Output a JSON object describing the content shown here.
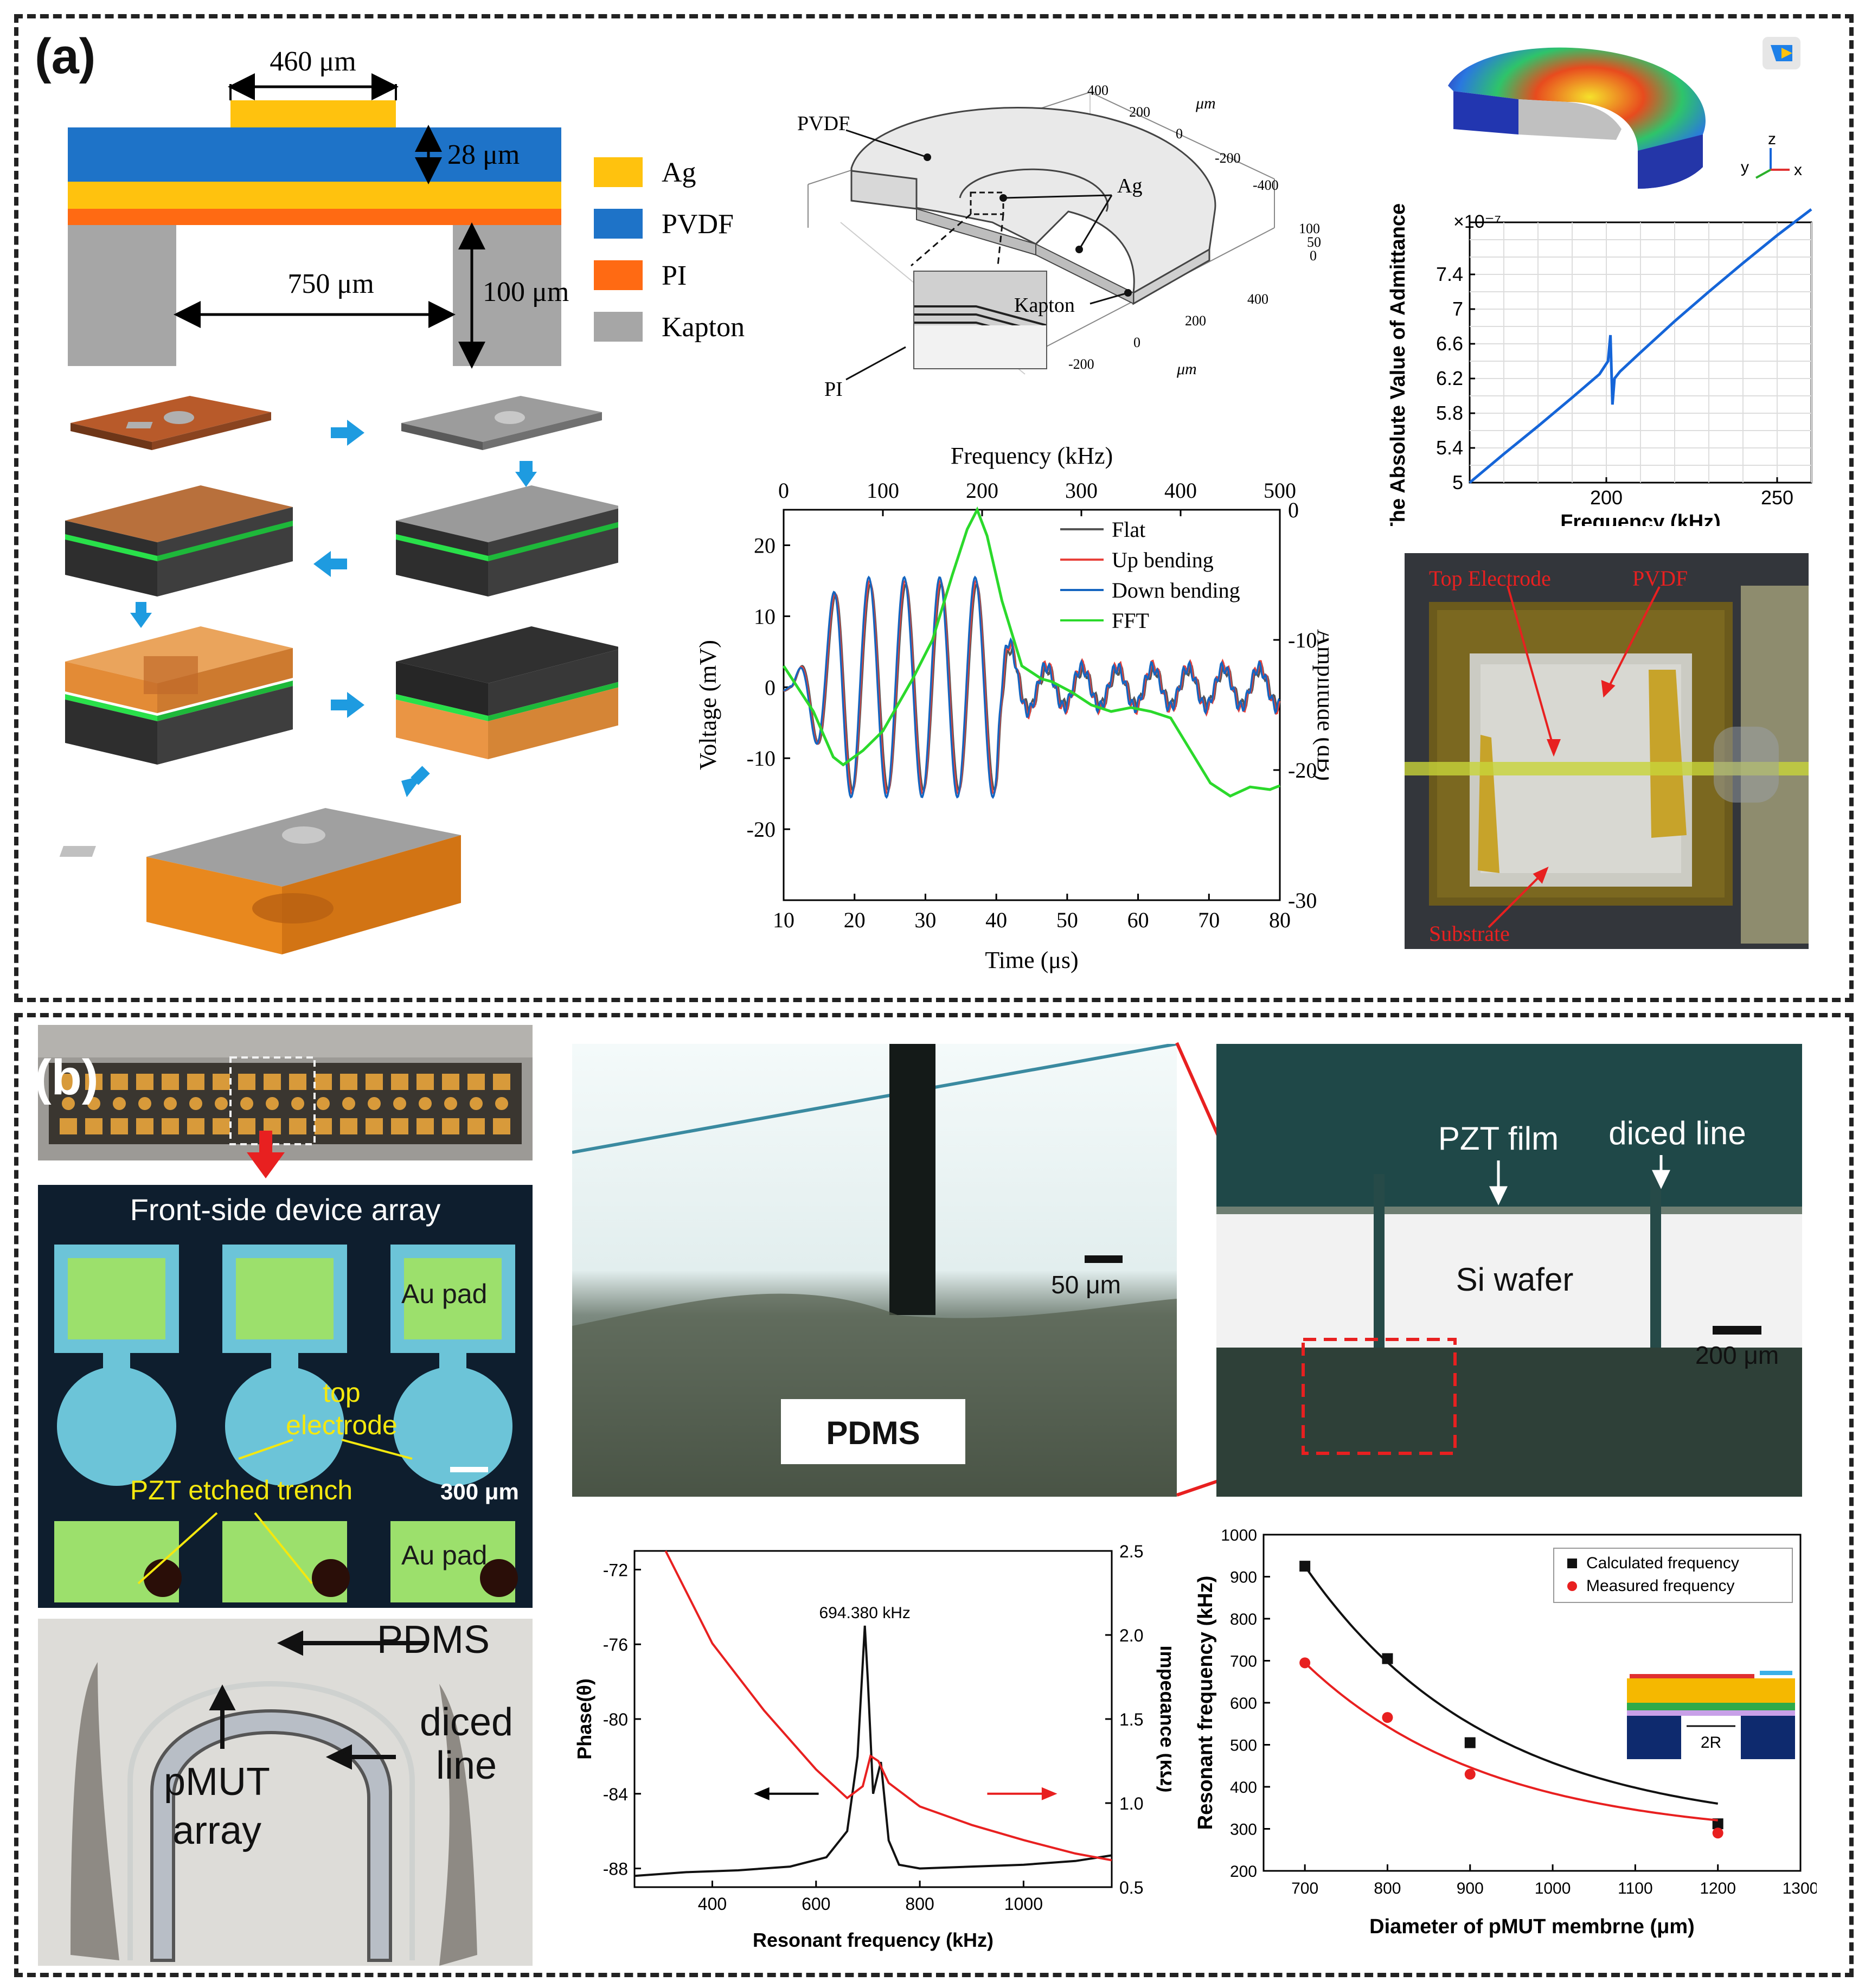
{
  "panel_a": {
    "label": "(a)",
    "cross_section": {
      "dim_top": "460 μm",
      "dim_thickness": "28 μm",
      "dim_cavity": "750 μm",
      "dim_substrate": "100 μm",
      "legend": [
        {
          "name": "Ag",
          "color": "#FFC20E"
        },
        {
          "name": "PVDF",
          "color": "#1E73C8"
        },
        {
          "name": "PI",
          "color": "#FF6A13"
        },
        {
          "name": "Kapton",
          "color": "#A6A6A6"
        }
      ]
    },
    "model_3d": {
      "labels": {
        "pvdf": "PVDF",
        "ag": "Ag",
        "kapton": "Kapton",
        "pi": "PI"
      },
      "axis_unit": "μm",
      "y_ticks": [
        "400",
        "200",
        "0",
        "-200",
        "-400"
      ],
      "x_ticks": [
        "400",
        "200",
        "0",
        "-200"
      ],
      "z_ticks": [
        "100",
        "50",
        "0"
      ]
    },
    "admittance_chart": {
      "icon": "comsol-logo-icon",
      "axis_triad": {
        "y": "y",
        "z": "z",
        "x": "x"
      }
    },
    "photo": {
      "top_electrode": "Top Electrode",
      "pvdf": "PVDF",
      "substrate": "Substrate"
    }
  },
  "panel_b": {
    "label": "(b)",
    "device_array": {
      "title": "Front-side device array",
      "au_pad_1": "Au pad",
      "au_pad_2": "Au pad",
      "top_electrode": "top electrode",
      "etched_trench": "PZT etched trench",
      "scale": "300 μm"
    },
    "bent_photo": {
      "pdms": "PDMS",
      "diced_line": "diced line",
      "pmut_array": "pMUT array"
    },
    "micrograph_left": {
      "scale": "50 μm",
      "pdms": "PDMS"
    },
    "micrograph_right": {
      "pzt_film": "PZT film",
      "diced_line": "diced line",
      "si_wafer": "Si wafer",
      "scale": "200 μm"
    },
    "inset": {
      "label": "2R"
    }
  },
  "chart_data": [
    {
      "type": "line",
      "xlabel": "Frequency (kHz)",
      "ylabel": "The Absolute Value of Admittance (S)",
      "y_multiplier": "×10⁻⁷",
      "xlim": [
        160,
        260
      ],
      "ylim": [
        5,
        8
      ],
      "x_ticks": [
        200,
        250
      ],
      "y_ticks": [
        5,
        5.4,
        5.8,
        6.2,
        6.6,
        7,
        7.4
      ],
      "grid": true,
      "series": [
        {
          "x": [
            160,
            170,
            180,
            190,
            198,
            200.5,
            201.2,
            201.8,
            202.4,
            204,
            210,
            220,
            230,
            240,
            250,
            260
          ],
          "values": [
            5.0,
            5.33,
            5.65,
            5.98,
            6.25,
            6.4,
            6.7,
            5.9,
            6.2,
            6.28,
            6.5,
            6.86,
            7.2,
            7.53,
            7.85,
            8.15
          ],
          "color": "#1565D8"
        }
      ]
    },
    {
      "type": "line",
      "xlabel": "Time (μs)",
      "ylabel": "Voltage (mV)",
      "x2label": "Frequency (kHz)",
      "y2label": "Amplitude (dB)",
      "xlim": [
        10,
        80
      ],
      "ylim": [
        -30,
        25
      ],
      "x2lim": [
        0,
        500
      ],
      "y2lim": [
        -30,
        0
      ],
      "x_ticks": [
        10,
        20,
        30,
        40,
        50,
        60,
        70,
        80
      ],
      "y_ticks": [
        -20,
        -10,
        0,
        10,
        20
      ],
      "x2_ticks": [
        0,
        100,
        200,
        300,
        400,
        500
      ],
      "y2_ticks": [
        -30,
        -20,
        -10,
        0
      ],
      "legend_position": "top-right",
      "series": [
        {
          "name": "Flat",
          "color": "#555555",
          "signal": {
            "f": 0.2,
            "amp": 14.5,
            "t_start": 11,
            "t_peak": 18,
            "t_end": 40,
            "tail_amp": 2.5
          }
        },
        {
          "name": "Up bending",
          "color": "#E8413A",
          "signal": {
            "f": 0.2,
            "amp": 15,
            "t_start": 11,
            "t_peak": 18,
            "t_end": 40,
            "tail_amp": 3
          }
        },
        {
          "name": "Down bending",
          "color": "#1565C0",
          "signal": {
            "f": 0.2,
            "amp": 15.5,
            "t_start": 11,
            "t_peak": 18,
            "t_end": 40,
            "tail_amp": 2.8
          }
        },
        {
          "name": "FFT",
          "color": "#2BD92B",
          "axis": "secondary",
          "x": [
            0,
            30,
            50,
            60,
            80,
            100,
            130,
            150,
            170,
            185,
            195,
            205,
            220,
            240,
            260,
            270,
            290,
            310,
            330,
            350,
            370,
            390,
            410,
            430,
            450,
            470,
            490,
            500
          ],
          "values": [
            -12,
            -15.5,
            -19,
            -19.6,
            -18.5,
            -17,
            -13,
            -10,
            -5,
            -1.5,
            0,
            -2,
            -7,
            -12,
            -13,
            -13.2,
            -14,
            -15,
            -15.5,
            -15.2,
            -15.5,
            -16,
            -18.5,
            -21,
            -22,
            -21.3,
            -21.5,
            -21.2
          ]
        }
      ]
    },
    {
      "type": "line",
      "xlabel": "Resonant frequency (kHz)",
      "ylabel": "Phase(θ)",
      "y2label": "Impedance (kΩ)",
      "xlim": [
        250,
        1170
      ],
      "ylim": [
        -89,
        -71
      ],
      "y2lim": [
        0.5,
        2.5
      ],
      "x_ticks": [
        400,
        600,
        800,
        1000
      ],
      "y_ticks": [
        -72,
        -76,
        -80,
        -84,
        -88
      ],
      "y2_ticks": [
        0.5,
        1.0,
        1.5,
        2.0,
        2.5
      ],
      "annotation": "694.380 kHz",
      "series": [
        {
          "name": "Phase",
          "color": "#111111",
          "axis": "primary",
          "x": [
            250,
            350,
            450,
            550,
            620,
            660,
            680,
            690,
            694,
            700,
            710,
            725,
            740,
            760,
            800,
            900,
            1000,
            1100,
            1170
          ],
          "values": [
            -88.4,
            -88.2,
            -88.1,
            -87.9,
            -87.4,
            -86,
            -82,
            -77,
            -75,
            -78,
            -84,
            -82.3,
            -86.5,
            -87.8,
            -88,
            -87.9,
            -87.8,
            -87.6,
            -87.3
          ]
        },
        {
          "name": "Impedance",
          "color": "#E82020",
          "axis": "secondary",
          "x": [
            310,
            400,
            500,
            600,
            660,
            690,
            705,
            720,
            740,
            800,
            900,
            1000,
            1100,
            1170
          ],
          "values": [
            2.5,
            1.95,
            1.55,
            1.2,
            1.03,
            1.1,
            1.28,
            1.25,
            1.12,
            0.98,
            0.87,
            0.78,
            0.7,
            0.66
          ]
        }
      ]
    },
    {
      "type": "scatter",
      "xlabel": "Diameter of pMUT membrne (μm)",
      "ylabel": "Resonant frequency (kHz)",
      "xlim": [
        650,
        1300
      ],
      "ylim": [
        200,
        1000
      ],
      "x_ticks": [
        700,
        800,
        900,
        1000,
        1100,
        1200,
        1300
      ],
      "y_ticks": [
        200,
        300,
        400,
        500,
        600,
        700,
        800,
        900,
        1000
      ],
      "legend_position": "top-right",
      "series": [
        {
          "name": "Calculated frequency",
          "color": "#111111",
          "marker": "square",
          "x": [
            700,
            800,
            900,
            1200
          ],
          "values": [
            925,
            705,
            505,
            312
          ]
        },
        {
          "name": "Measured frequency",
          "color": "#E82020",
          "marker": "circle",
          "x": [
            700,
            800,
            900,
            1200
          ],
          "values": [
            695,
            565,
            430,
            290
          ]
        }
      ]
    }
  ]
}
